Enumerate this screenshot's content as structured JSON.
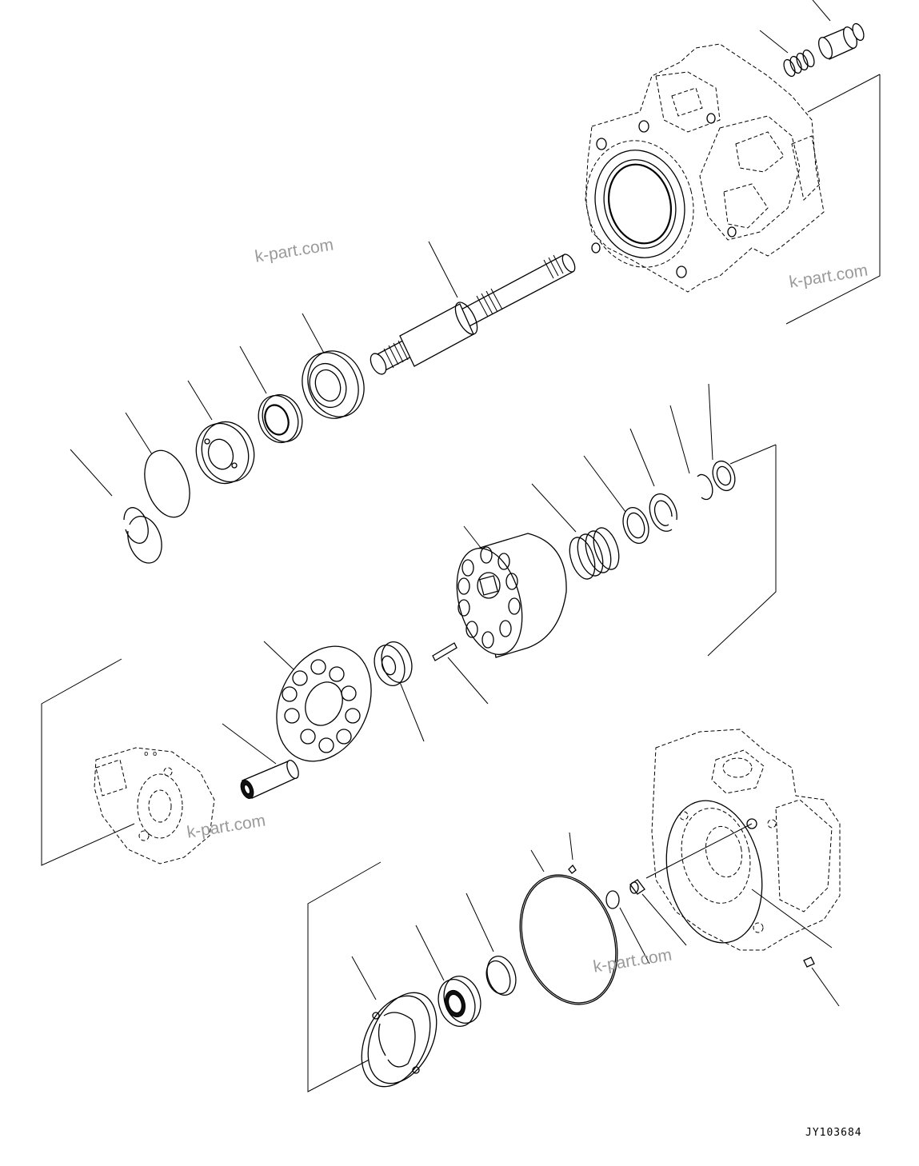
{
  "diagram": {
    "drawing_code": "JY103684",
    "watermarks": [
      "k-part.com",
      "k-part.com",
      "k-part.com",
      "k-part.com"
    ],
    "parts": [
      "spool",
      "spring",
      "pump-case",
      "shaft",
      "bearing",
      "oil-seal",
      "seal-retainer",
      "cover-plate",
      "snap-ring",
      "cylinder-block",
      "center-spring",
      "spring-seat",
      "retaining-ring",
      "snap-ring-small",
      "retainer-ring",
      "pin",
      "spherical-bushing",
      "retainer-plate",
      "plunger",
      "rear-case",
      "valve-plate",
      "rear-bearing",
      "ring",
      "o-ring-large",
      "o-ring-small",
      "plug",
      "dowel-pin",
      "small-pin"
    ]
  }
}
